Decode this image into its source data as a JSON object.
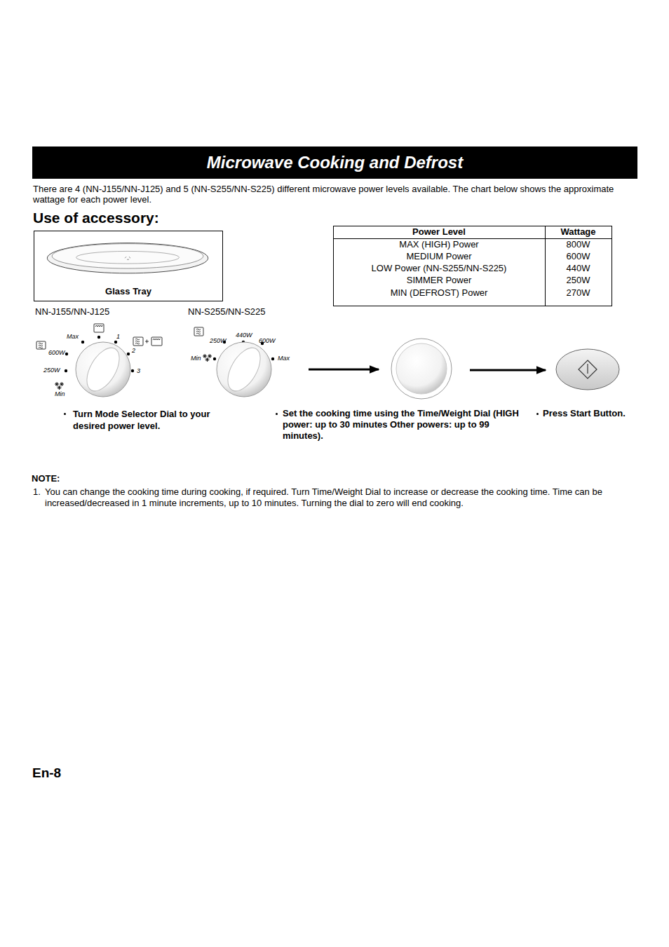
{
  "diagram": {
    "title": "Microwave Cooking and Defrost",
    "nodes": [
      {
        "text": [
          "Glass Tray"
        ]
      },
      {
        "text": [
          "NN-J155/NN-J125"
        ]
      },
      {
        "text": [
          "NN-S255/NN-S225"
        ]
      },
      {
        "text": [
          "Set the cooking time using the Time/Weight Dial (HIGH power: up to 30 minutes Other powers: up to 99 minutes)."
        ]
      },
      {
        "text": [
          "Press Start Button."
        ]
      }
    ],
    "edges": [
      {
        "from": 2,
        "to": 3,
        "arrow": "to"
      },
      {
        "from": 3,
        "to": 4,
        "arrow": "to"
      }
    ],
    "labels": [
      "There are 4 (NN-J155/NN-J125) and 5 (NN-S255/NN-S225) different microwave power levels available. The chart below shows the approximate wattage for each power level.",
      "Use of accessory:",
      "Power Level",
      "Wattage",
      "MAX (HIGH) Power",
      "800W",
      "MEDIUM Power",
      "600W",
      "LOW Power (NN-S255/NN-S225)",
      "440W",
      "SIMMER Power",
      "250W",
      "MIN (DEFROST) Power",
      "270W",
      "Max",
      "1",
      "600W",
      "2",
      "250W",
      "3",
      "Min",
      "250W",
      "440W",
      "600W",
      "Min",
      "Max",
      "Turn Mode Selector Dial to your desired power level.",
      "NOTE:",
      "1.",
      "You can change the cooking time during cooking, if required. Turn Time/Weight Dial to increase or decrease the cooking time. Time can be increased/decreased in 1 minute increments, up to 10 minutes. Turning the dial to zero will end cooking.",
      "En-8"
    ]
  }
}
